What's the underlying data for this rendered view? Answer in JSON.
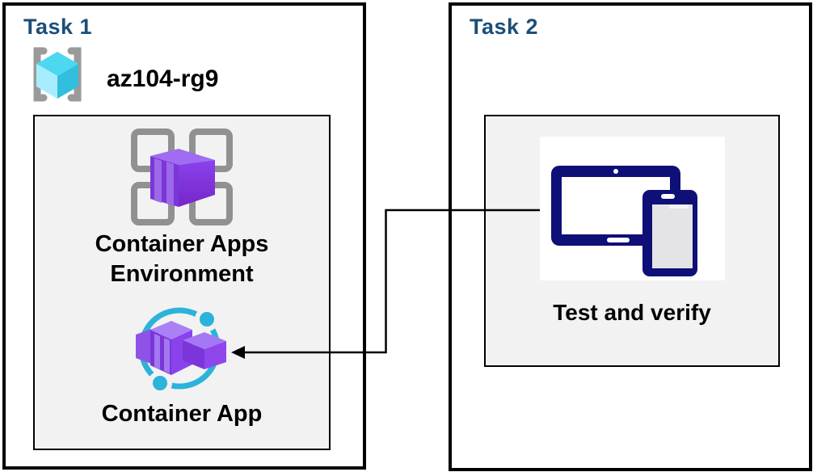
{
  "task1": {
    "title": "Task 1",
    "resource_group_name": "az104-rg9",
    "environment_label_line1": "Container Apps",
    "environment_label_line2": "Environment",
    "app_label": "Container App"
  },
  "task2": {
    "title": "Task 2",
    "test_label": "Test and verify"
  },
  "icons": {
    "resource_group": "azure-resource-group-icon",
    "environment": "container-apps-environment-icon",
    "container_app": "container-app-icon",
    "devices": "tablet-phone-devices-icon",
    "connector": "arrow-from-test-to-container-app"
  },
  "colors": {
    "title_blue": "#1B4E79",
    "box_border": "#000000",
    "inner_box_gray": "#F2F2F2",
    "icon_navy": "#0F0F78",
    "purple_main": "#8A43EC",
    "purple_dark": "#7B36D9",
    "purple_light": "#A478F3",
    "cyan_orbit": "#2BB3DA",
    "rg_cyan_top": "#4DD8F2",
    "rg_cyan_left": "#A8EDFF",
    "rg_cyan_right": "#32BEDD",
    "bracket_gray": "#9A9A9A",
    "grid_gray": "#919191"
  }
}
